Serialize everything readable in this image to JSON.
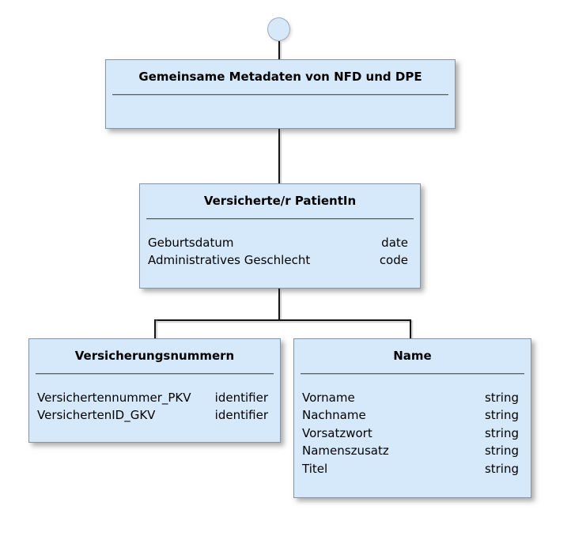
{
  "diagram": {
    "type": "uml-object-hierarchy",
    "start_node": {
      "shape": "circle"
    },
    "nodes": [
      {
        "id": "metadaten",
        "title": "Gemeinsame Metadaten von NFD und DPE",
        "attributes": []
      },
      {
        "id": "patient",
        "title": "Versicherte/r PatientIn",
        "attributes": [
          {
            "name": "Geburtsdatum",
            "type": "date"
          },
          {
            "name": "Administratives Geschlecht",
            "type": "code"
          }
        ]
      },
      {
        "id": "versicherungsnummern",
        "title": "Versicherungsnummern",
        "attributes": [
          {
            "name": "Versichertennummer_PKV",
            "type": "identifier"
          },
          {
            "name": "VersichertenID_GKV",
            "type": "identifier"
          }
        ]
      },
      {
        "id": "name",
        "title": "Name",
        "attributes": [
          {
            "name": "Vorname",
            "type": "string"
          },
          {
            "name": "Nachname",
            "type": "string"
          },
          {
            "name": "Vorsatzwort",
            "type": "string"
          },
          {
            "name": "Namenszusatz",
            "type": "string"
          },
          {
            "name": "Titel",
            "type": "string"
          }
        ]
      }
    ],
    "edges": [
      {
        "from": "start-circle",
        "to": "metadaten"
      },
      {
        "from": "metadaten",
        "to": "patient"
      },
      {
        "from": "patient",
        "to": "versicherungsnummern"
      },
      {
        "from": "patient",
        "to": "name"
      }
    ],
    "colors": {
      "node_fill": "#d6e9fb",
      "node_border": "#8494a2",
      "title_separator": "#56646f",
      "connector_line": "#141414",
      "background": "#ffffff",
      "text": "#000000"
    }
  }
}
